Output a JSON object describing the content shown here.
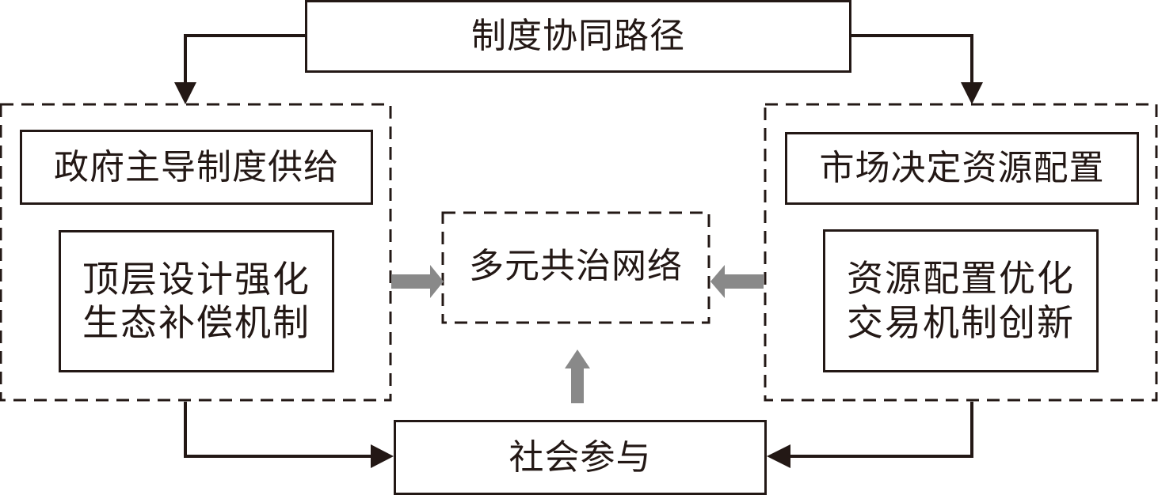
{
  "diagram": {
    "top": {
      "label": "制度协同路径"
    },
    "left_group": {
      "header": "政府主导制度供给",
      "body": "顶层设计强化\n生态补偿机制"
    },
    "right_group": {
      "header": "市场决定资源配置",
      "body": "资源配置优化\n交易机制创新"
    },
    "center": {
      "label": "多元共治网络"
    },
    "bottom": {
      "label": "社会参与"
    },
    "colors": {
      "line": "#231815",
      "flow_arrow": "#898989"
    },
    "edges": [
      {
        "from": "制度协同路径",
        "to": "政府主导制度供给",
        "style": "solid"
      },
      {
        "from": "制度协同路径",
        "to": "市场决定资源配置",
        "style": "solid"
      },
      {
        "from": "政府主导制度供给",
        "to": "社会参与",
        "style": "solid"
      },
      {
        "from": "市场决定资源配置",
        "to": "社会参与",
        "style": "solid"
      },
      {
        "from": "政府主导制度供给",
        "to": "多元共治网络",
        "style": "gray-block"
      },
      {
        "from": "市场决定资源配置",
        "to": "多元共治网络",
        "style": "gray-block"
      },
      {
        "from": "社会参与",
        "to": "多元共治网络",
        "style": "gray-block"
      }
    ]
  }
}
